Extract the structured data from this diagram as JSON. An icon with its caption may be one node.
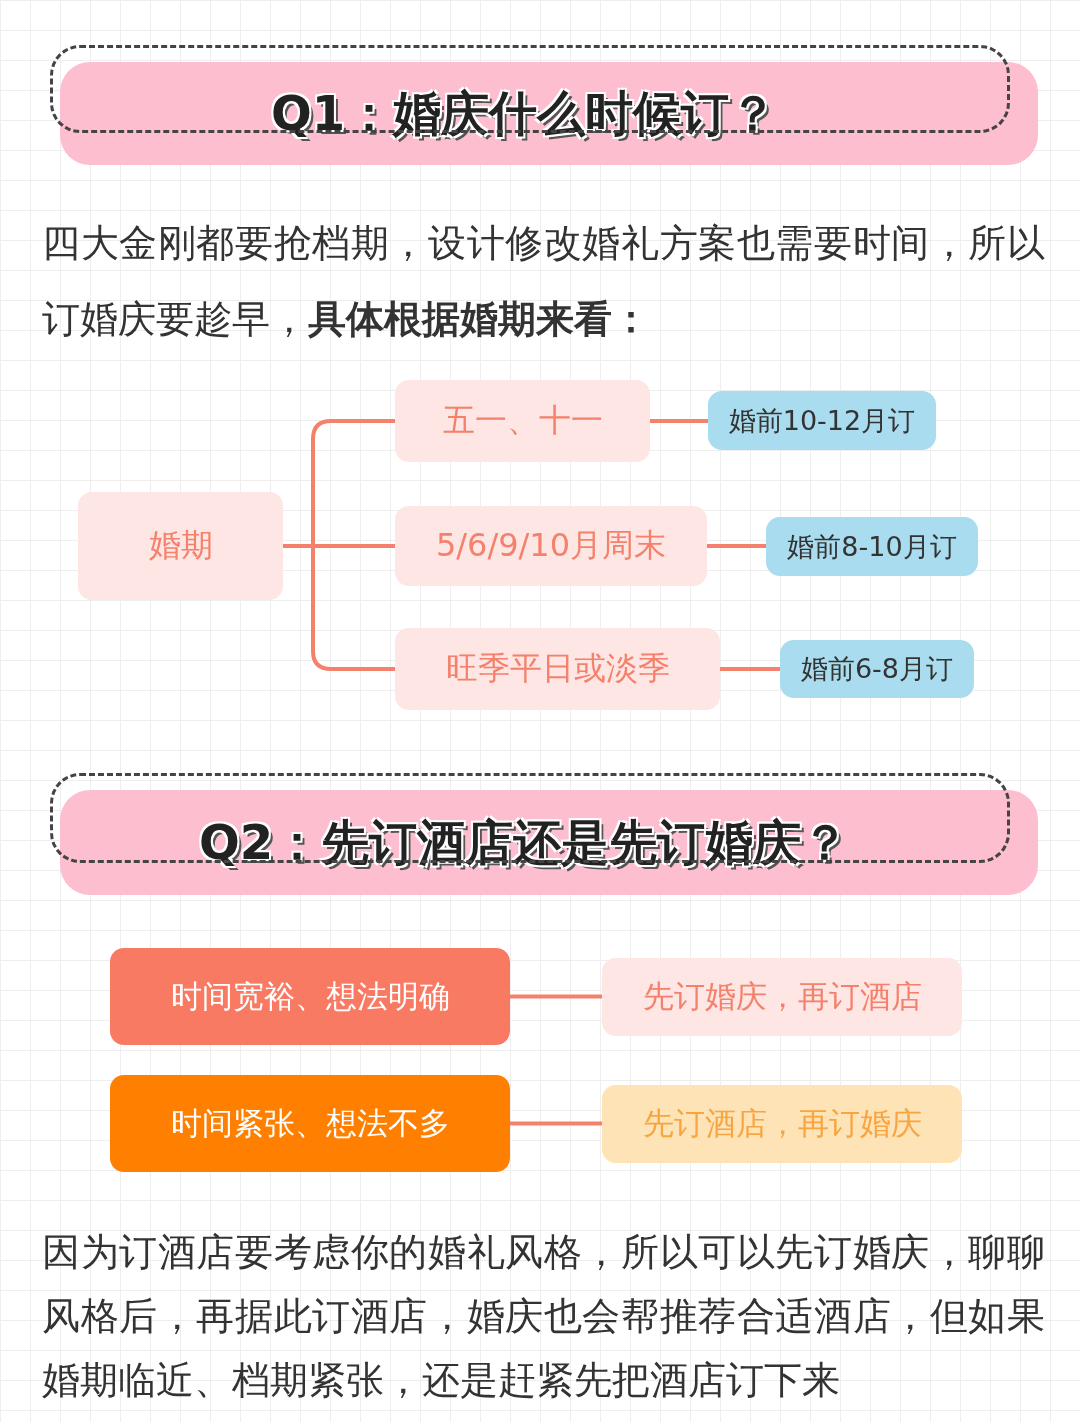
{
  "diagram": {
    "nodes": [
      {
        "text": [
          "Q1：婚庆什么时候订？"
        ]
      },
      {
        "text": [
          "婚期"
        ]
      },
      {
        "text": [
          "五一、十一"
        ]
      },
      {
        "text": [
          "婚前10-12月订"
        ]
      },
      {
        "text": [
          "5/6/9/10月周末"
        ]
      },
      {
        "text": [
          "婚前8-10月订"
        ]
      },
      {
        "text": [
          "旺季平日或淡季"
        ]
      },
      {
        "text": [
          "婚前6-8月订"
        ]
      },
      {
        "text": [
          "Q2：先订酒店还是先订婚庆？"
        ]
      },
      {
        "text": [
          "时间宽裕、想法明确"
        ]
      },
      {
        "text": [
          "先订婚庆，再订酒店"
        ]
      },
      {
        "text": [
          "时间紧张、想法不多"
        ]
      },
      {
        "text": [
          "先订酒店，再订婚庆"
        ]
      }
    ],
    "edges": [
      {
        "from": 1,
        "to": 2,
        "arrow": "none"
      },
      {
        "from": 1,
        "to": 4,
        "arrow": "none"
      },
      {
        "from": 1,
        "to": 6,
        "arrow": "none"
      },
      {
        "from": 2,
        "to": 3,
        "arrow": "none"
      },
      {
        "from": 4,
        "to": 5,
        "arrow": "none"
      },
      {
        "from": 6,
        "to": 7,
        "arrow": "none"
      },
      {
        "from": 9,
        "to": 10,
        "arrow": "none"
      },
      {
        "from": 11,
        "to": 12,
        "arrow": "none"
      }
    ],
    "labels": [
      "四大金刚都要抢档期，设计修改婚礼方案也需要时间，所以订婚庆要趁早，**具体根据婚期来看：**",
      "因为订酒店要考虑你的婚礼风格，所以可以先订婚庆，聊聊风格后，再据此订酒店，婚庆也会帮推荐合适酒店，但如果婚期临近、档期紧张，还是赶紧先把酒店订下来"
    ]
  }
}
